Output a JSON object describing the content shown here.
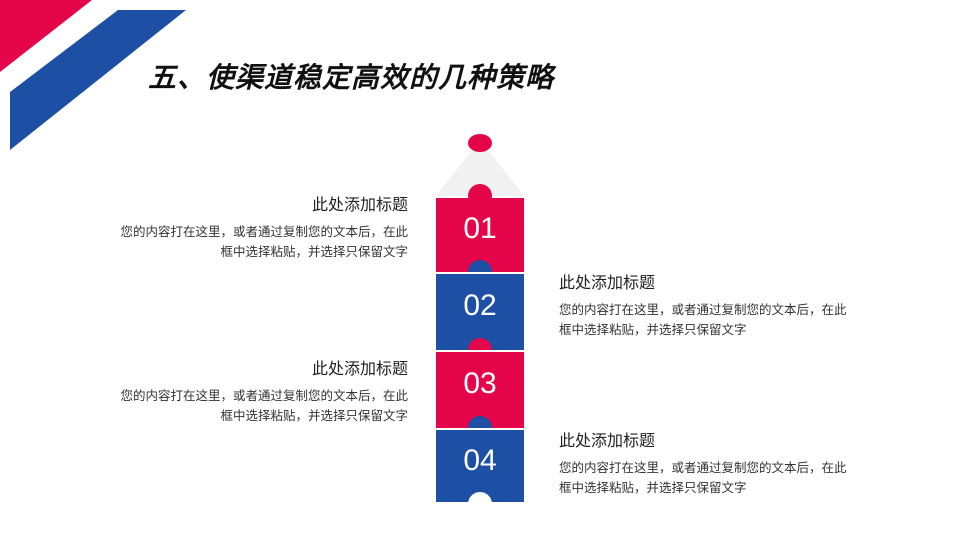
{
  "title": "五、使渠道稳定高效的几种策略",
  "colors": {
    "red": "#e5054a",
    "blue": "#1d4fa5",
    "tip": "#f1f1f1"
  },
  "steps": [
    {
      "number": "01",
      "heading": "此处添加标题",
      "line1": "您的内容打在这里，或者通过复制您的文本后，在此",
      "line2": "框中选择粘贴，并选择只保留文字"
    },
    {
      "number": "02",
      "heading": "此处添加标题",
      "line1": "您的内容打在这里，或者通过复制您的文本后，在此",
      "line2": "框中选择粘贴，并选择只保留文字"
    },
    {
      "number": "03",
      "heading": "此处添加标题",
      "line1": "您的内容打在这里，或者通过复制您的文本后，在此",
      "line2": "框中选择粘贴，并选择只保留文字"
    },
    {
      "number": "04",
      "heading": "此处添加标题",
      "line1": "您的内容打在这里，或者通过复制您的文本后，在此",
      "line2": "框中选择粘贴，并选择只保留文字"
    }
  ]
}
